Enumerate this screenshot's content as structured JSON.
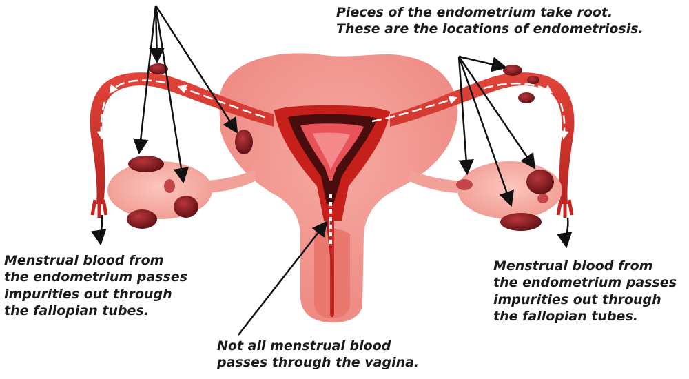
{
  "labels": {
    "top": [
      "Pieces of the endometrium take root.",
      "These are the locations of endometriosis."
    ],
    "left": [
      "Menstrual blood from",
      "the endometrium passes",
      "impurities out through",
      "the fallopian tubes."
    ],
    "right": [
      "Menstrual blood from",
      "the endometrium passes",
      "impurities out through",
      "the fallopian tubes."
    ],
    "bottom": [
      "Not all menstrual blood",
      "passes through the vagina."
    ]
  },
  "colors": {
    "uterus_body": "#f0948e",
    "uterus_light": "#f7b7ae",
    "tube": "#d9342c",
    "tube_dark": "#a81d1c",
    "endometrium": "#c71f1a",
    "lining_dark": "#4a0d0d",
    "cavity": "#e8535a",
    "implant": "#8f1c22",
    "ovary": "#f4a9a0",
    "arrow": "#111111"
  }
}
